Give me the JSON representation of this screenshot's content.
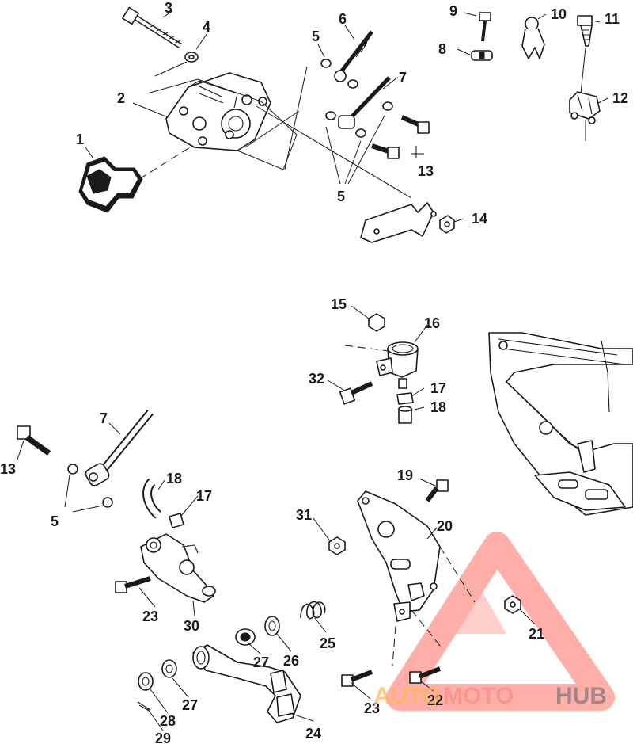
{
  "callouts": {
    "c1": "1",
    "c2": "2",
    "c3": "3",
    "c4": "4",
    "c5a": "5",
    "c5b": "5",
    "c6": "6",
    "c7a": "7",
    "c8": "8",
    "c9": "9",
    "c10": "10",
    "c11": "11",
    "c12": "12",
    "c13a": "13",
    "c14": "14",
    "c15": "15",
    "c16": "16",
    "c32": "32",
    "c17a": "17",
    "c18a": "18",
    "c7b": "7",
    "c13b": "13",
    "c5c": "5",
    "c18b": "18",
    "c17b": "17",
    "c19": "19",
    "c31": "31",
    "c20": "20",
    "c23a": "23",
    "c30": "30",
    "c21": "21",
    "c25": "25",
    "c27a": "27",
    "c26": "26",
    "c27b": "27",
    "c28": "28",
    "c29": "29",
    "c23b": "23",
    "c22": "22",
    "c24": "24"
  },
  "watermark": {
    "part1": "AUTO",
    "part2": "MOTO",
    "part3": "HUB",
    "color_red": "#ff8a80",
    "color_orange": "#ffb74d",
    "color_gray": "#777777"
  }
}
